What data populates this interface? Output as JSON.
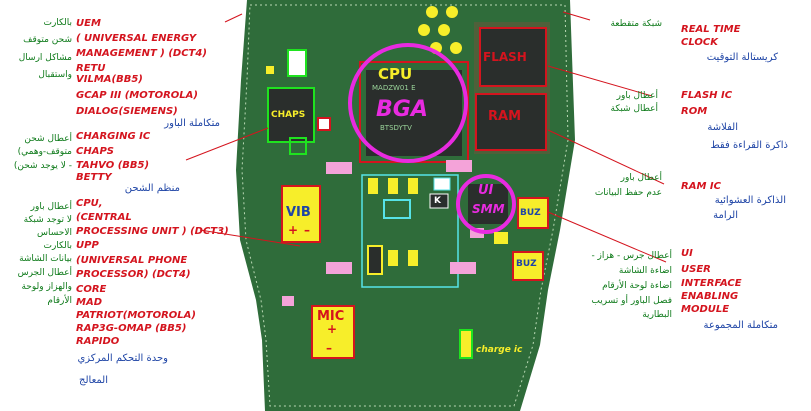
{
  "colors": {
    "board": "#2f6c3a",
    "chip": "#2a2e2c",
    "label_red": "#d4141e",
    "label_green": "#0e7a1a",
    "label_blue": "#1f45a6",
    "pink": "#e82be0",
    "yellow": "#f7ee2a"
  },
  "chips": {
    "cpu": "CPU",
    "bga": "BGA",
    "flash": "FLASH",
    "ram": "RAM",
    "chaps": "CHAPS",
    "ui": "UI",
    "smm": "SMM",
    "vib": "VIB",
    "buz1": "BUZ",
    "buz2": "BUZ",
    "mic": "MIC",
    "charge": "charge ic",
    "k": "K",
    "plus": "+",
    "minus": "–",
    "mic_plus": "+",
    "mic_minus": "–",
    "cpu_marking1": "MADZW01 E",
    "cpu_marking2": "BTSDYTV"
  },
  "left": {
    "arabic": [
      "بالكارت",
      "شحن متوقف",
      "مشاكل ارسال",
      "واستقبال"
    ],
    "uem": [
      "UEM",
      "( UNIVERSAL ENERGY",
      "MANAGEMENT )  (DCT4)",
      "RETU",
      "VILMA(BB5)",
      "GCAP III (MOTOROLA)",
      "DIALOG(SIEMENS)"
    ],
    "uem_blue": "متكاملة الباور",
    "chaps_ar": [
      "أعطال شحن",
      "متوقف-وهمي)",
      "- لا يوجد شحن)"
    ],
    "chaps": [
      "CHARGING IC",
      "CHAPS",
      "TAHVO (BB5)",
      "BETTY"
    ],
    "chaps_blue": "منظم الشحن",
    "cpu_ar": [
      "أعطال باور",
      "لا توجد شبكة",
      "الاحساس",
      "بالكارت",
      "بيانات الشاشة",
      "أعطال الجرس",
      "والهزاز ولوحة",
      "الأرقام"
    ],
    "cpu": [
      "CPU,",
      "(CENTRAL",
      "PROCESSING UNIT ) (DCT3)",
      "UPP",
      "(UNIVERSAL PHONE",
      "PROCESSOR) (DCT4)",
      "CORE",
      "MAD",
      "PATRIOT(MOTOROLA)",
      "RAP3G-OMAP  (BB5)",
      "RAPIDO"
    ],
    "cpu_blue": [
      "وحدة التحكم المركزي",
      "المعالج"
    ]
  },
  "right": {
    "rtc_ar": "شبكة متقطعة",
    "rtc": [
      "REAL TIME",
      "CLOCK"
    ],
    "rtc_blue": "كريستالة التوقيت",
    "flash_ar": [
      "أعطال باور",
      "أعطال شبكة"
    ],
    "flash": [
      "FLASH IC",
      "ROM"
    ],
    "flash_blue": [
      "الفلاشة",
      "ذاكرة القراءة فقط"
    ],
    "ram_ar": [
      "أعطال باور",
      "عدم حفظ البيانات"
    ],
    "ram": [
      "RAM IC"
    ],
    "ram_blue": [
      "الذاكرة العشوائية",
      "الرامة"
    ],
    "ui_ar": [
      "أعطال جرس - هزاز -",
      "اضاءة الشاشة",
      "اضاءة لوحة الأرقام",
      "فصل الباور أو تسريب",
      "البطارية"
    ],
    "ui": [
      "UI",
      "USER",
      "INTERFACE",
      "ENABLING",
      "MODULE"
    ],
    "ui_blue": "متكاملة المجموعة"
  }
}
